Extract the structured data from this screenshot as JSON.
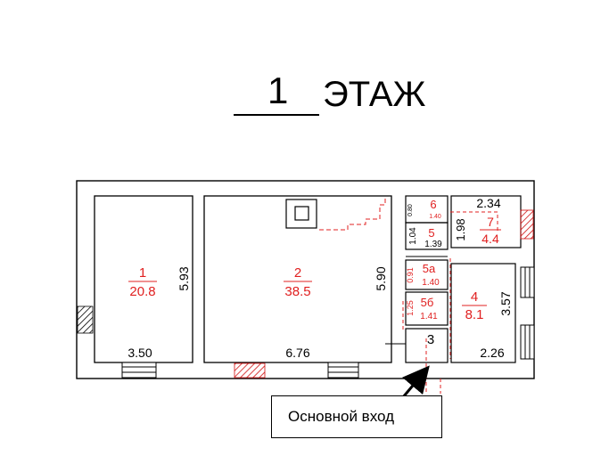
{
  "title": {
    "floor_number": "1",
    "floor_word": "ЭТАЖ"
  },
  "rooms": [
    {
      "id": "1",
      "number": "1",
      "area": "20.8"
    },
    {
      "id": "2",
      "number": "2",
      "area": "38.5"
    },
    {
      "id": "3",
      "number": "3",
      "area": ""
    },
    {
      "id": "4",
      "number": "4",
      "area": "8.1"
    },
    {
      "id": "5",
      "number": "5",
      "area": ""
    },
    {
      "id": "5a",
      "number": "5a",
      "area": ""
    },
    {
      "id": "5b",
      "number": "5б",
      "area": ""
    },
    {
      "id": "6",
      "number": "6",
      "area": ""
    },
    {
      "id": "7",
      "number": "7",
      "area": "4.4"
    }
  ],
  "dimensions": {
    "r1_width": "3.50",
    "r1_height": "5.93",
    "r2_width": "6.76",
    "r2_height": "5.90",
    "r4_width": "2.26",
    "r4_height": "3.57",
    "r7_width": "2.34",
    "r7_height": "1.98",
    "r5_width": "1.39",
    "r5_height": "1.04",
    "r6_width": "1.40",
    "r6_height": "0.80",
    "r5a_width": "1.40",
    "r5a_height": "0.91",
    "r5b_width": "1.41",
    "r5b_height": "1.25"
  },
  "callout": {
    "label": "Основной вход"
  },
  "colors": {
    "room_label": "#e02020",
    "wall": "#000000"
  }
}
